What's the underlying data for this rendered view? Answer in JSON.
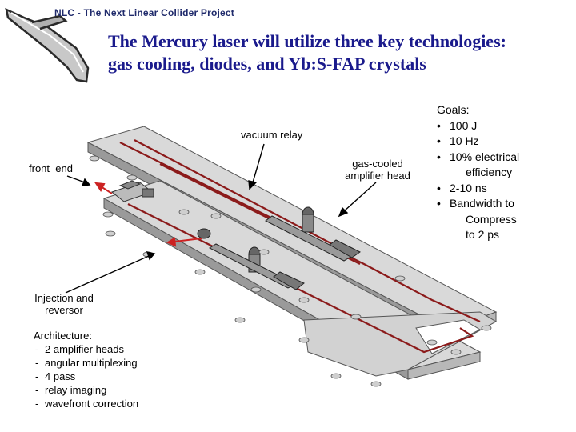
{
  "header": "NLC - The Next Linear Collider Project",
  "title_line1": "The Mercury laser will utilize three key technologies:",
  "title_line2": "gas cooling, diodes, and Yb:S-FAP crystals",
  "labels": {
    "vacuum_relay": "vacuum relay",
    "front_end": "front  end",
    "gas_cooled_line1": "gas-cooled",
    "gas_cooled_line2": "amplifier head",
    "injection_line1": "Injection and",
    "injection_line2": "reversor"
  },
  "goals": {
    "title": "Goals:",
    "items": [
      "100 J",
      "10 Hz",
      "10% electrical",
      "2-10 ns",
      "Bandwidth to"
    ],
    "item3_cont": "efficiency",
    "item5_cont1": "Compress",
    "item5_cont2": "to 2 ps"
  },
  "architecture": {
    "title": "Architecture:",
    "items": [
      "2 amplifier heads",
      "angular multiplexing",
      "4 pass",
      "relay imaging",
      "wavefront correction"
    ]
  },
  "colors": {
    "header": "#1f2a6b",
    "title": "#1a1a8c",
    "beam": "#8b1a1a",
    "arrow_red": "#cc2222",
    "table_top": "#d9d9d9",
    "table_side": "#9a9a9a"
  }
}
